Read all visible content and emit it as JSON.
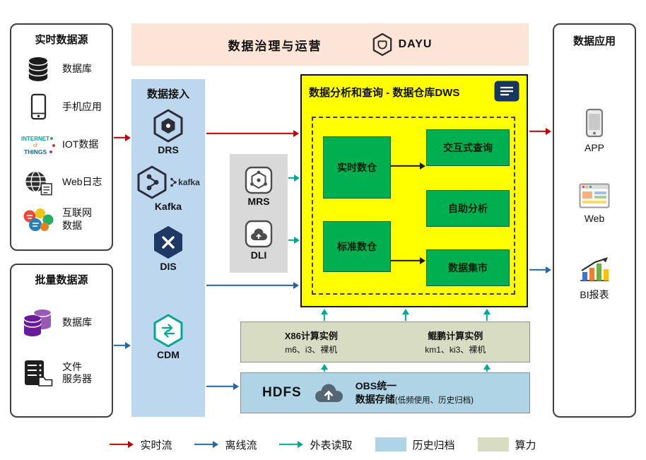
{
  "colors": {
    "realtime_flow": "#c00000",
    "offline_flow": "#2566a8",
    "external_read": "#00a596",
    "archive_fill": "#aed4e6",
    "compute_fill": "#d7dcc2",
    "ingest_panel": "#bdd7ee",
    "middleware_panel": "#d9d9d9",
    "dws_fill": "#ffff00",
    "module_green": "#00b050",
    "banner_fill": "#fce4d6"
  },
  "banner": {
    "title": "数据治理与运营",
    "logo_label": "DAYU"
  },
  "sources_realtime": {
    "title": "实时数据源",
    "items": [
      {
        "icon": "database-icon",
        "label": "数据库"
      },
      {
        "icon": "smartphone-icon",
        "label": "手机应用"
      },
      {
        "icon": "iot-icon",
        "label": "IOT数据"
      },
      {
        "icon": "globe-log-icon",
        "label": "Web日志"
      },
      {
        "icon": "chat-bubbles-icon",
        "label": "互联网\n数据"
      }
    ]
  },
  "sources_batch": {
    "title": "批量数据源",
    "items": [
      {
        "icon": "database-stack-icon",
        "label": "数据库"
      },
      {
        "icon": "file-server-icon",
        "label": "文件\n服务器"
      }
    ]
  },
  "ingest": {
    "title": "数据接入",
    "items": [
      {
        "label": "DRS"
      },
      {
        "label": "Kafka",
        "logo_text": "kafka"
      },
      {
        "label": "DIS"
      },
      {
        "label": "CDM"
      }
    ]
  },
  "middleware": {
    "items": [
      {
        "label": "MRS"
      },
      {
        "label": "DLI"
      }
    ]
  },
  "dws": {
    "title": "数据分析和查询 - 数据仓库DWS",
    "left_modules": [
      "实时数仓",
      "标准数仓"
    ],
    "right_modules": [
      "交互式查询",
      "自助分析",
      "数据集市"
    ]
  },
  "compute": {
    "groups": [
      {
        "title": "X86计算实例",
        "subtitle": "m6、i3、裸机"
      },
      {
        "title": "鲲鹏计算实例",
        "subtitle": "km1、ki3、裸机"
      }
    ]
  },
  "storage": {
    "hdfs_label": "HDFS",
    "obs_title": "OBS统一\n数据存储",
    "obs_note": "(低频使用、历史归档)"
  },
  "applications": {
    "title": "数据应用",
    "items": [
      {
        "icon": "smartphone-icon",
        "label": "APP"
      },
      {
        "icon": "browser-icon",
        "label": "Web"
      },
      {
        "icon": "bar-chart-icon",
        "label": "BI报表"
      }
    ]
  },
  "legend": [
    {
      "label": "实时流",
      "kind": "arrow"
    },
    {
      "label": "离线流",
      "kind": "arrow"
    },
    {
      "label": "外表读取",
      "kind": "arrow"
    },
    {
      "label": "历史归档",
      "kind": "swatch"
    },
    {
      "label": "算力",
      "kind": "swatch"
    }
  ]
}
